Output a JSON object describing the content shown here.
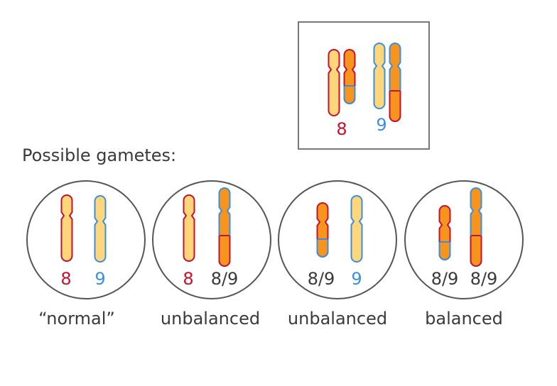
{
  "colors": {
    "chr8": "#c4122f",
    "chr9": "#3a8fe0",
    "pale": "#ffd77a",
    "orange": "#f7941d",
    "ink": "#3a3a3a",
    "circle_stroke": "#555555",
    "box_stroke": "#777777"
  },
  "parent": {
    "label_8": "8",
    "label_9": "9"
  },
  "heading": "Possible gametes:",
  "gametes": [
    {
      "label": "“normal”",
      "left": "8",
      "right": "9"
    },
    {
      "label": "unbalanced",
      "left": "8",
      "right": "8/9"
    },
    {
      "label": "unbalanced",
      "left": "8/9",
      "right": "9"
    },
    {
      "label": "balanced",
      "left": "8/9",
      "right": "8/9"
    }
  ]
}
